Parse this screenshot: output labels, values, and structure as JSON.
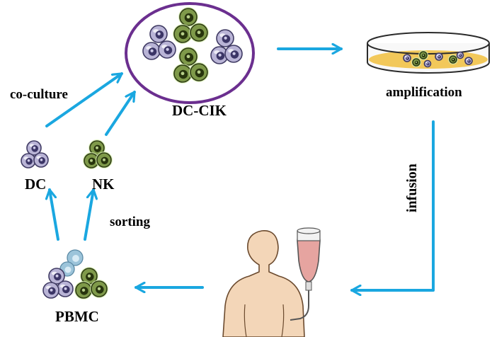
{
  "labels": {
    "dc_cik": "DC-CIK",
    "amplification": "amplification",
    "infusion": "infusion",
    "co_culture": "co-culture",
    "dc": "DC",
    "nk": "NK",
    "sorting": "sorting",
    "pbmc": "PBMC"
  },
  "colors": {
    "arrow": "#1aa7e0",
    "ellipse_border": "#6b2f8f",
    "dc_cell": "#b9b4d6",
    "nk_cell": "#7f9a4a",
    "stem_cell": "#9cc4da",
    "dish_medium": "#f2c85a",
    "iv_bag_fluid": "#e6a4a0",
    "skin": "#f3d6b8"
  },
  "icons": {
    "dc_cluster": "dendritic-cell-cluster-icon",
    "nk_cluster": "nk-cell-cluster-icon",
    "culture_dish": "petri-dish-icon",
    "patient": "patient-silhouette-icon",
    "iv_bag": "iv-bag-icon"
  }
}
